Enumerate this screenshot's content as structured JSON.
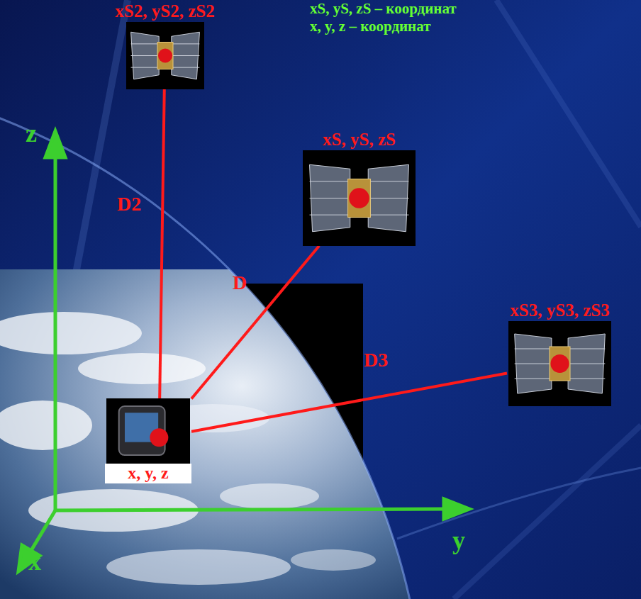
{
  "diagram": {
    "nodes": [
      {
        "text": [
          "xS2, yS2, zS2"
        ]
      },
      {
        "text": [
          "xS, yS, zS"
        ]
      },
      {
        "text": [
          "xS3, yS3, zS3"
        ]
      },
      {
        "text": [
          "x, y, z"
        ]
      }
    ],
    "edges": [
      {
        "from": 3,
        "to": 0,
        "arrow": "none",
        "label": "D2"
      },
      {
        "from": 3,
        "to": 1,
        "arrow": "none",
        "label": "D"
      },
      {
        "from": 3,
        "to": 2,
        "arrow": "none",
        "label": "D3"
      }
    ],
    "labels": [
      "xS, yS, zS – координат",
      "x, y, z – координат",
      "z",
      "y",
      "x"
    ]
  }
}
